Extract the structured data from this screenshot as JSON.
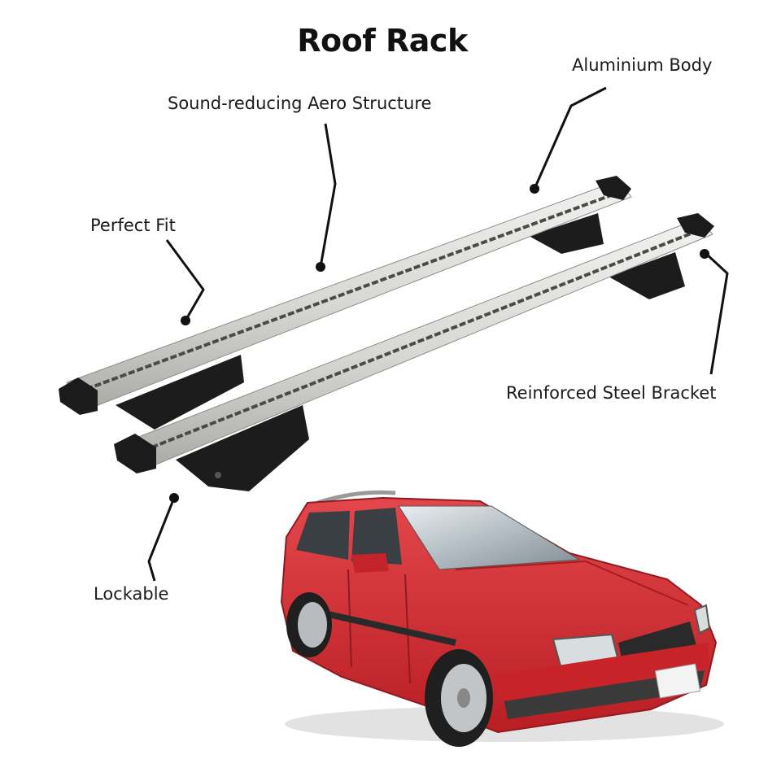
{
  "title": "Roof Rack",
  "features": {
    "aluminium_body": "Aluminium Body",
    "aero_structure": "Sound-reducing Aero Structure",
    "perfect_fit": "Perfect Fit",
    "steel_bracket": "Reinforced Steel Bracket",
    "lockable": "Lockable"
  },
  "colors": {
    "text": "#111111",
    "callout_line": "#111111",
    "bar_silver": "#d9d9d6",
    "bracket_black": "#1c1c1c",
    "car_red": "#d42a2f"
  },
  "icons": [
    "roof-rack-illustration",
    "car-illustration"
  ]
}
